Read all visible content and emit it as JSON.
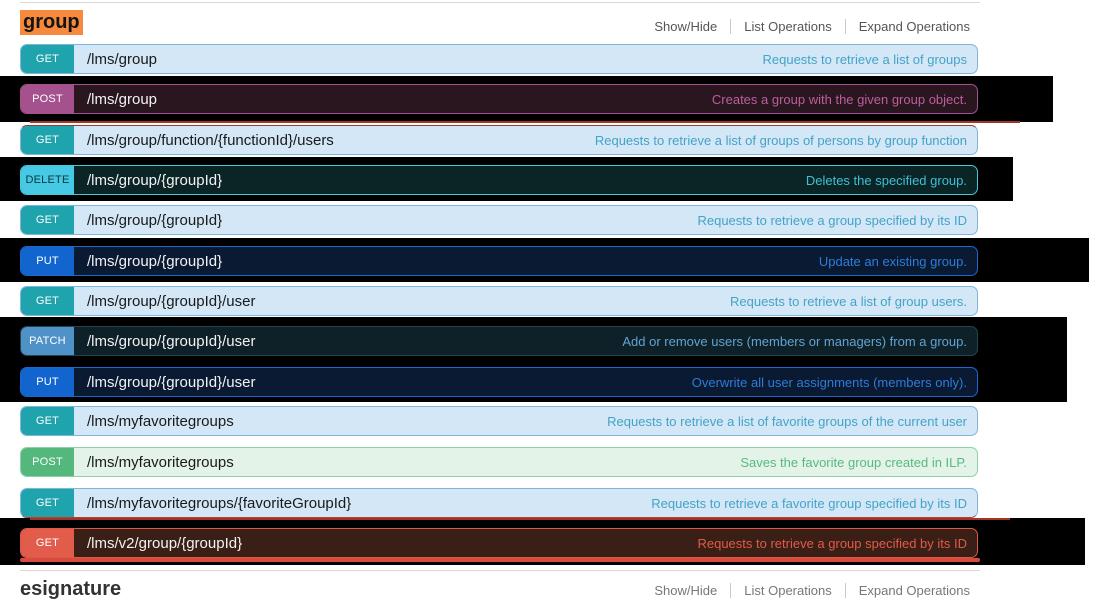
{
  "header": {
    "title": "group",
    "links": [
      "Show/Hide",
      "List Operations",
      "Expand Operations"
    ]
  },
  "rows": [
    {
      "method": "GET",
      "path": "/lms/group",
      "desc": "Requests to retrieve a list of groups"
    },
    {
      "method": "POST",
      "path": "/lms/group",
      "desc": "Creates a group with the given group object."
    },
    {
      "method": "GET",
      "path": "/lms/group/function/{functionId}/users",
      "desc": "Requests to retrieve a list of groups of persons by group function"
    },
    {
      "method": "DELETE",
      "path": "/lms/group/{groupId}",
      "desc": "Deletes the specified group."
    },
    {
      "method": "GET",
      "path": "/lms/group/{groupId}",
      "desc": "Requests to retrieve a group specified by its ID"
    },
    {
      "method": "PUT",
      "path": "/lms/group/{groupId}",
      "desc": "Update an existing group."
    },
    {
      "method": "GET",
      "path": "/lms/group/{groupId}/user",
      "desc": "Requests to retrieve a list of group users."
    },
    {
      "method": "PATCH",
      "path": "/lms/group/{groupId}/user",
      "desc": "Add or remove users (members or managers) from a group."
    },
    {
      "method": "PUT",
      "path": "/lms/group/{groupId}/user",
      "desc": "Overwrite all user assignments (members only)."
    },
    {
      "method": "GET",
      "path": "/lms/myfavoritegroups",
      "desc": "Requests to retrieve a list of favorite groups of the current user"
    },
    {
      "method": "POST",
      "path": "/lms/myfavoritegroups",
      "desc": "Saves the favorite group created in ILP."
    },
    {
      "method": "GET",
      "path": "/lms/myfavoritegroups/{favoriteGroupId}",
      "desc": "Requests to retrieve a favorite group specified by its ID"
    },
    {
      "method": "GET",
      "path": "/lms/v2/group/{groupId}",
      "desc": "Requests to retrieve a group specified by its ID"
    }
  ],
  "footer_section": {
    "title": "esignature",
    "links": [
      "Show/Hide",
      "List Operations",
      "Expand Operations"
    ]
  },
  "colors": {
    "title_highlight": "#f6893c",
    "get_badge": "#1fa3ac",
    "post_badge_green": "#54b87d",
    "post_badge_inverted": "#a5518d",
    "delete_badge_inverted": "#45c9e4",
    "put_badge_inverted": "#1265cf",
    "patch_badge_inverted": "#4e92c8",
    "get_v2_badge_inverted": "#e15c4b",
    "row_blue_bg": "#d3e7f7",
    "row_green_bg": "#e4f3e8",
    "inverted_strip": "#000000"
  }
}
